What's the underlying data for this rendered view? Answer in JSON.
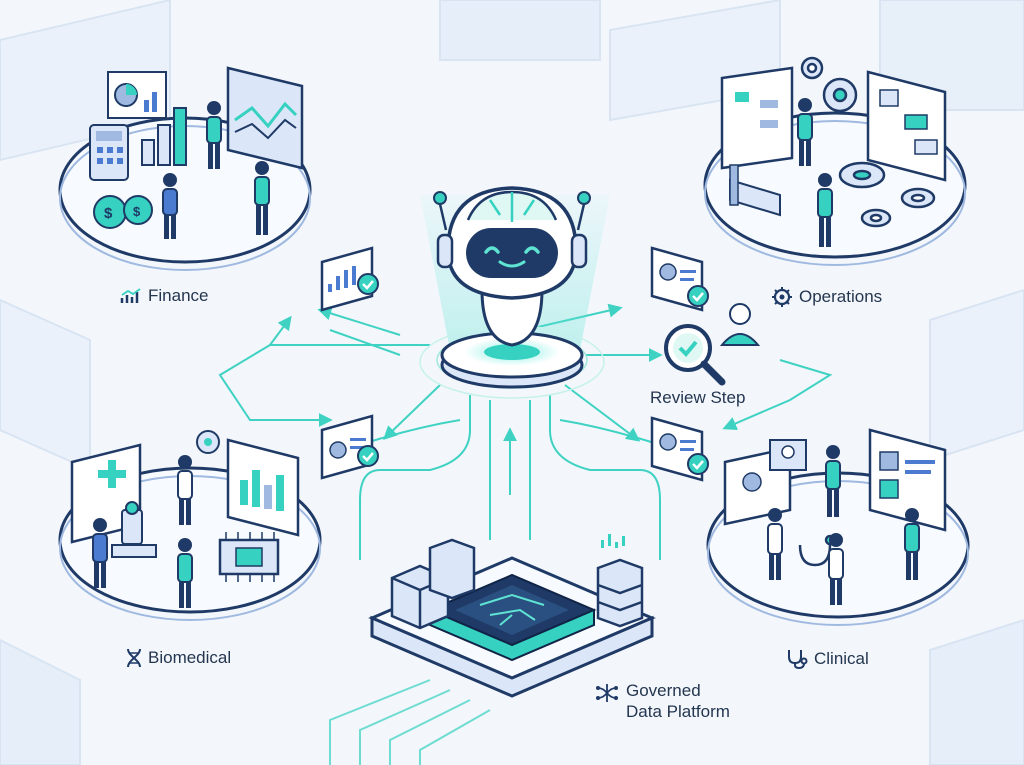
{
  "labels": {
    "finance": "Finance",
    "operations": "Operations",
    "review": "Review Step",
    "biomedical": "Biomedical",
    "clinical": "Clinical",
    "platform_line1": "Governed",
    "platform_line2": "Data Platform"
  },
  "icons": {
    "finance": "chart-trend-icon",
    "operations": "gear-icon",
    "biomedical": "dna-icon",
    "clinical": "stethoscope-icon",
    "platform": "circuit-icon",
    "review": "magnifier-check-icon",
    "report": "report-check-icon"
  },
  "colors": {
    "background": "#f3f7fc",
    "teal": "#36d1c0",
    "navy": "#1f3a66",
    "blue": "#4a7bd0",
    "platform_light": "#e9f0fb",
    "label_text": "#24364f"
  }
}
